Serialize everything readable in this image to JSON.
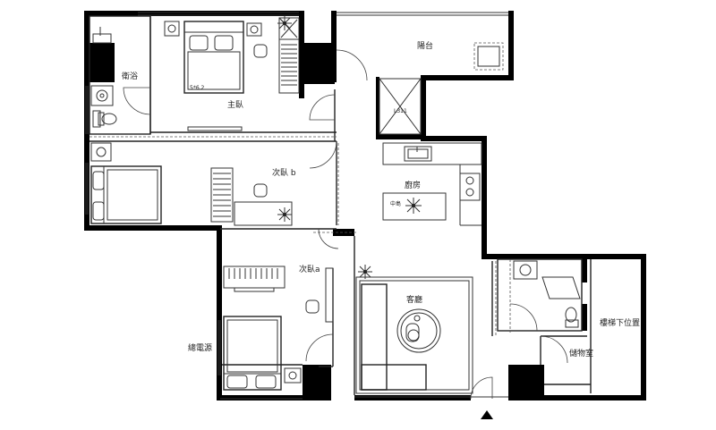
{
  "rooms": {
    "bath": "衛浴",
    "balcony": "陽台",
    "master": "主臥",
    "bedroom_b": "次臥 b",
    "kitchen": "廚房",
    "bedroom_a": "次臥a",
    "living": "客廳",
    "under_stairs": "樓梯下位置",
    "storage": "儲物室",
    "main_power": "總電源"
  },
  "small_text": {
    "bed_size": "5*6.2",
    "balcony_code": "L311",
    "island_label": "中島"
  },
  "icons": [
    "plant-icon",
    "entrance-arrow-icon",
    "bed-icon",
    "chair-icon",
    "toilet-icon",
    "sink-icon",
    "stove-icon"
  ],
  "colors": {
    "wall": "#000000",
    "line": "#333333"
  }
}
